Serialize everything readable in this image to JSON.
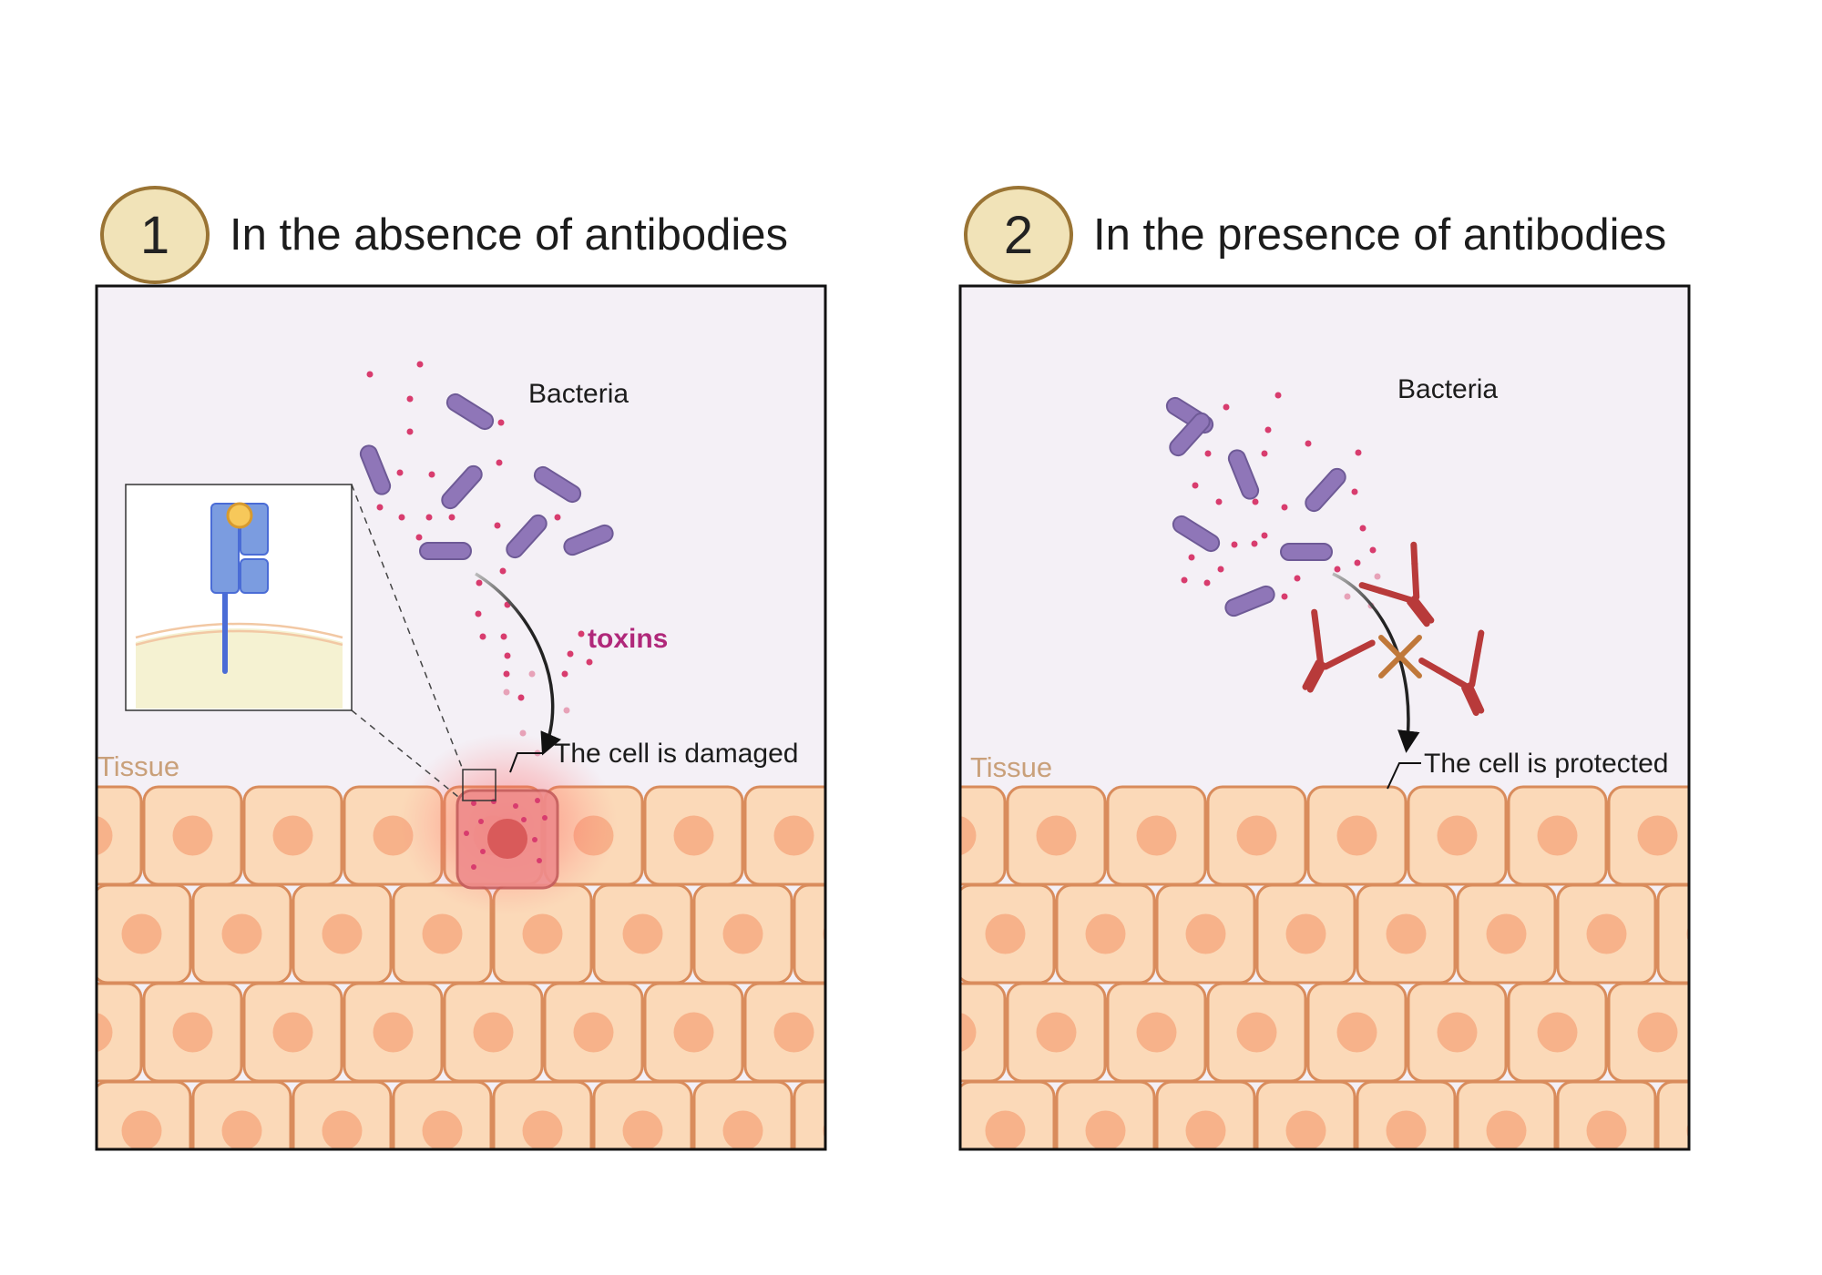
{
  "panels": [
    {
      "number": "1",
      "title": "In the absence of antibodies",
      "bacteria_label": "Bacteria",
      "toxins_label": "toxins",
      "tissue_label": "Tissue",
      "outcome_label": "The cell is damaged"
    },
    {
      "number": "2",
      "title": "In the presence of antibodies",
      "bacteria_label": "Bacteria",
      "tissue_label": "Tissue",
      "outcome_label": "The cell is protected"
    }
  ],
  "colors": {
    "panel_background": "#f4f0f6",
    "badge_fill": "#f1e3b8",
    "badge_stroke": "#9a7434",
    "bacteria": "#8f76b8",
    "toxin_dots": "#d83c6e",
    "toxin_label": "#b0287a",
    "cell_fill": "#fbd9b8",
    "cell_stroke": "#d98c5c",
    "nucleus": "#f7b28a",
    "damaged_cell": "#ef8c8c",
    "receptor": "#7b9ce0",
    "antibody": "#b83a3a",
    "block_x": "#c0783a"
  }
}
